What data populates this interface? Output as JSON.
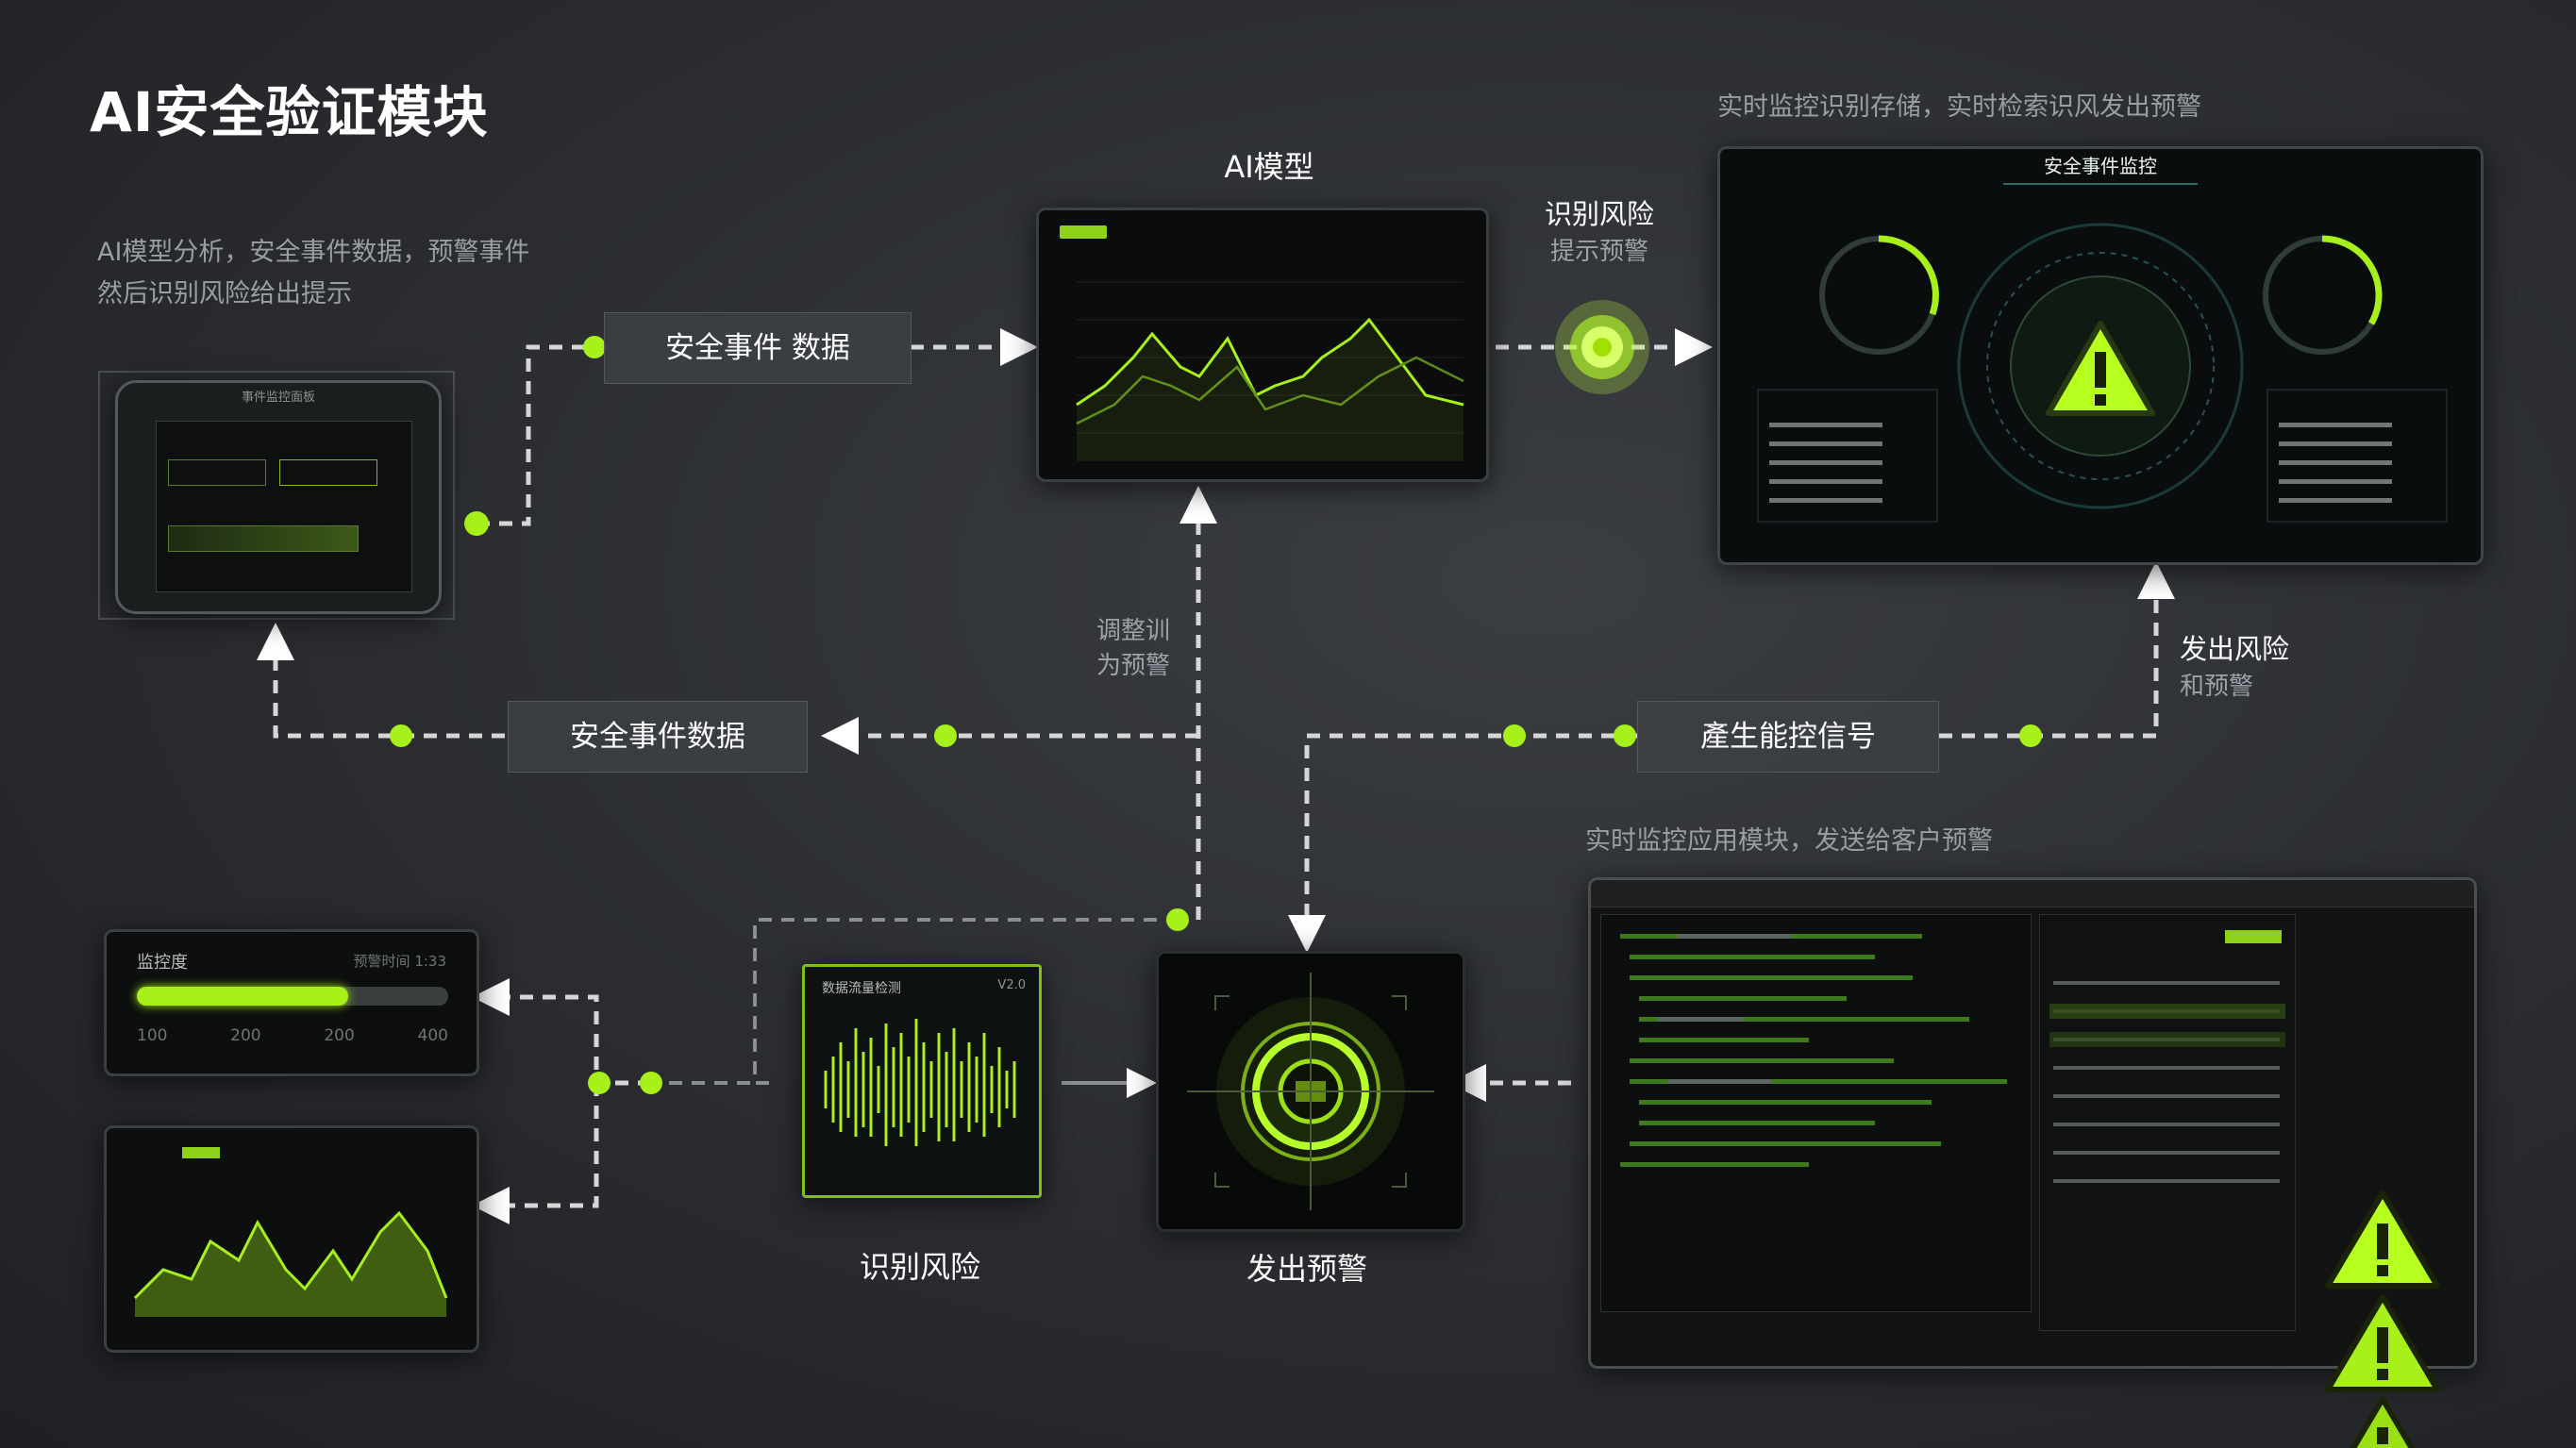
{
  "title": "AI安全验证模块",
  "notes": {
    "left_line1": "AI模型分析，安全事件数据，预警事件",
    "left_line2": "然后识别风险给出提示",
    "top_right": "实时监控识别存储，实时检索识风发出预警",
    "bottom_right": "实时监控应用模块，发送给客户预警"
  },
  "nodes": {
    "ai_model": "AI模型",
    "identify_risk_top": "识别风险",
    "prompt_warning": "提示预警",
    "security_event_data_top": "安全事件  数据",
    "security_event_data_mid": "安全事件数据",
    "generate_signal": "產生能控信号",
    "issue_risk": "发出风险",
    "issue_risk_sub": "和预警",
    "feedback_label_1": "调整训",
    "feedback_label_2": "为预警",
    "identify_risk_bottom": "识别风险",
    "issue_warning": "发出预警"
  },
  "panels": {
    "dashboard_title": "安全事件监控",
    "device_title": "事件监控面板",
    "progress_label": "监控度",
    "progress_right": "预警时间 1:33",
    "progress_ticks": [
      "100",
      "200",
      "200",
      "400"
    ],
    "progress_value": 0.68,
    "waveform_title": "数据流量检测",
    "waveform_tag": "V2.0"
  },
  "colors": {
    "accent": "#a8f01a",
    "accent_glow": "#c6ff3a",
    "connector": "#cfcfcf"
  }
}
